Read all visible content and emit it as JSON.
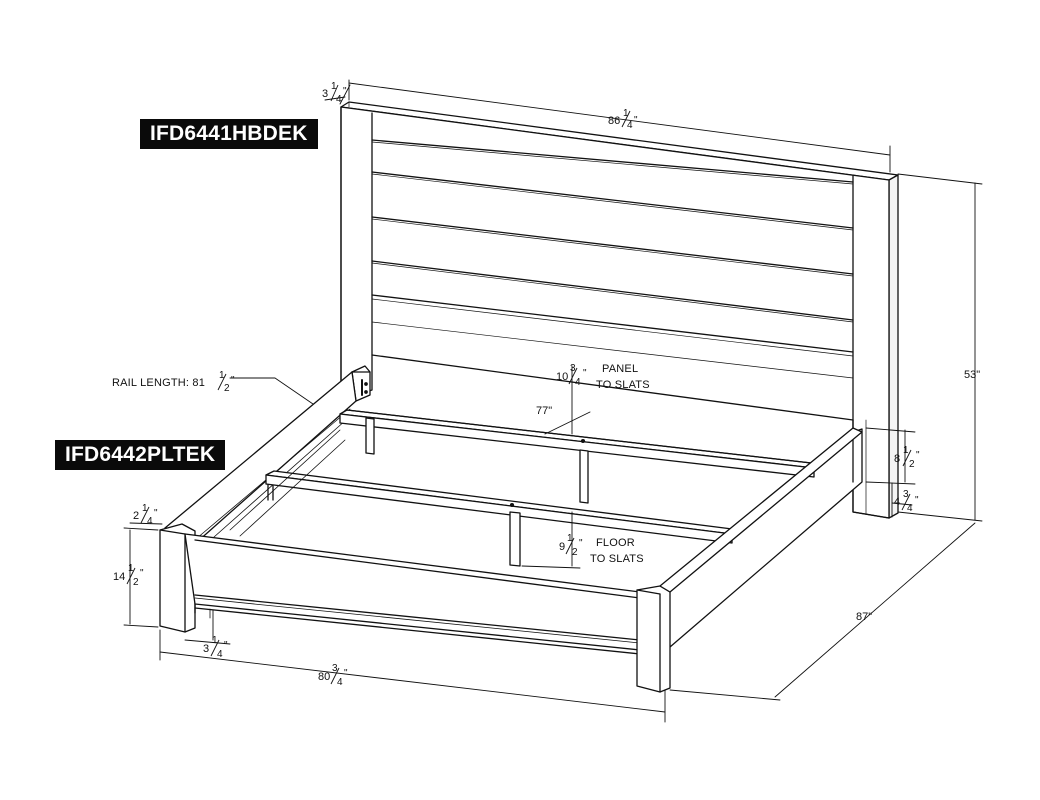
{
  "labels": {
    "headboard_model": "IFD6441HBDEK",
    "platform_model": "IFD6442PLTEK"
  },
  "dimensions": {
    "headboard_width": {
      "whole": "86",
      "num": "1",
      "den": "4",
      "unit": "\""
    },
    "headboard_depth": {
      "whole": "3",
      "num": "1",
      "den": "4",
      "unit": "\""
    },
    "overall_height": "53\"",
    "rail_length": {
      "prefix": "RAIL LENGTH: 81",
      "num": "1",
      "den": "2",
      "unit": "\""
    },
    "panel_to_slats": {
      "whole": "10",
      "num": "3",
      "den": "4",
      "unit": "\"",
      "note1": "PANEL",
      "note2": "TO SLATS"
    },
    "inner_width": "77\"",
    "rail_height": {
      "whole": "8",
      "num": "1",
      "den": "2",
      "unit": "\""
    },
    "rail_clearance": {
      "whole": "4",
      "num": "3",
      "den": "4",
      "unit": "\""
    },
    "footboard_depth": {
      "whole": "2",
      "num": "1",
      "den": "4",
      "unit": "\""
    },
    "footboard_height": {
      "whole": "14",
      "num": "1",
      "den": "2",
      "unit": "\""
    },
    "floor_to_slats": {
      "whole": "9",
      "num": "1",
      "den": "2",
      "unit": "\"",
      "note1": "FLOOR",
      "note2": "TO SLATS"
    },
    "post_width": {
      "whole": "3",
      "num": "1",
      "den": "4",
      "unit": "\""
    },
    "overall_width": {
      "whole": "80",
      "num": "3",
      "den": "4",
      "unit": "\""
    },
    "overall_length": "87\""
  }
}
